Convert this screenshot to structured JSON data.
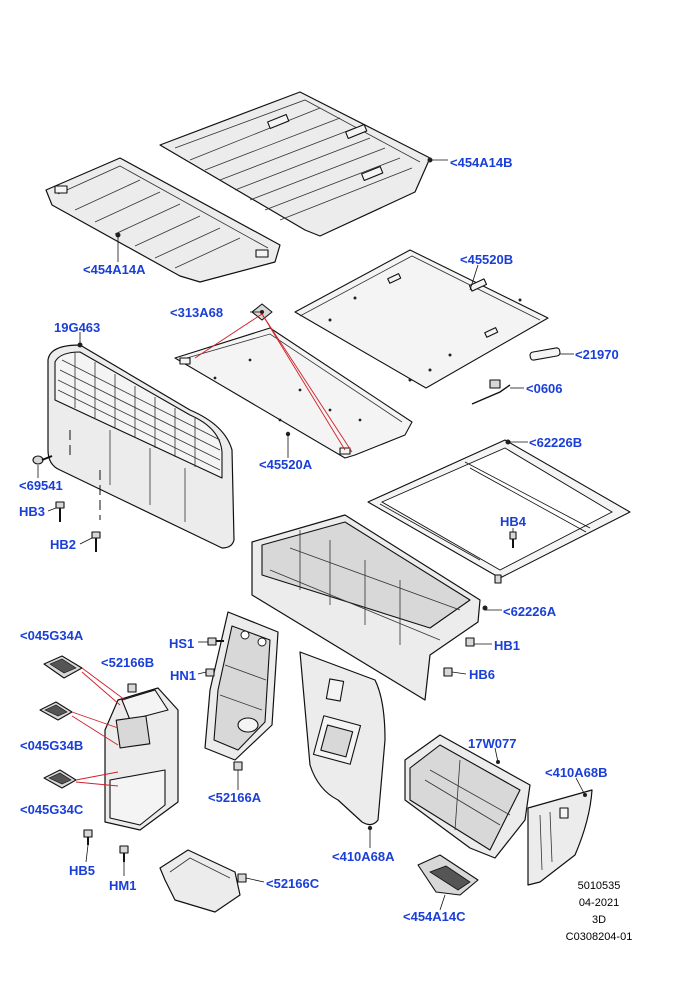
{
  "colors": {
    "callout_text": "#1a3fd8",
    "leader_red": "#d0202a",
    "outline": "#111111"
  },
  "callouts": {
    "c454A14B": "<454A14B",
    "c454A14A": "<454A14A",
    "c45520B": "<45520B",
    "c313A68": "<313A68",
    "c19G463": "19G463",
    "c21970": "<21970",
    "c0606": "<0606",
    "c45520A": "<45520A",
    "c62226B": "<62226B",
    "c69541": "<69541",
    "cHB3": "HB3",
    "cHB4": "HB4",
    "cHB2": "HB2",
    "c62226A": "<62226A",
    "c045G34A": "<045G34A",
    "cHS1": "HS1",
    "cHB1": "HB1",
    "c52166B": "<52166B",
    "cHN1": "HN1",
    "cHB6": "HB6",
    "c045G34B": "<045G34B",
    "c17W077": "17W077",
    "c410A68B": "<410A68B",
    "c52166A": "<52166A",
    "c045G34C": "<045G34C",
    "c410A68A": "<410A68A",
    "cHB5": "HB5",
    "cHM1": "HM1",
    "c52166C": "<52166C",
    "c454A14C": "<454A14C"
  },
  "footer": {
    "line1": "5010535",
    "line2": "04-2021",
    "line3": "3D",
    "line4": "C0308204-01"
  }
}
